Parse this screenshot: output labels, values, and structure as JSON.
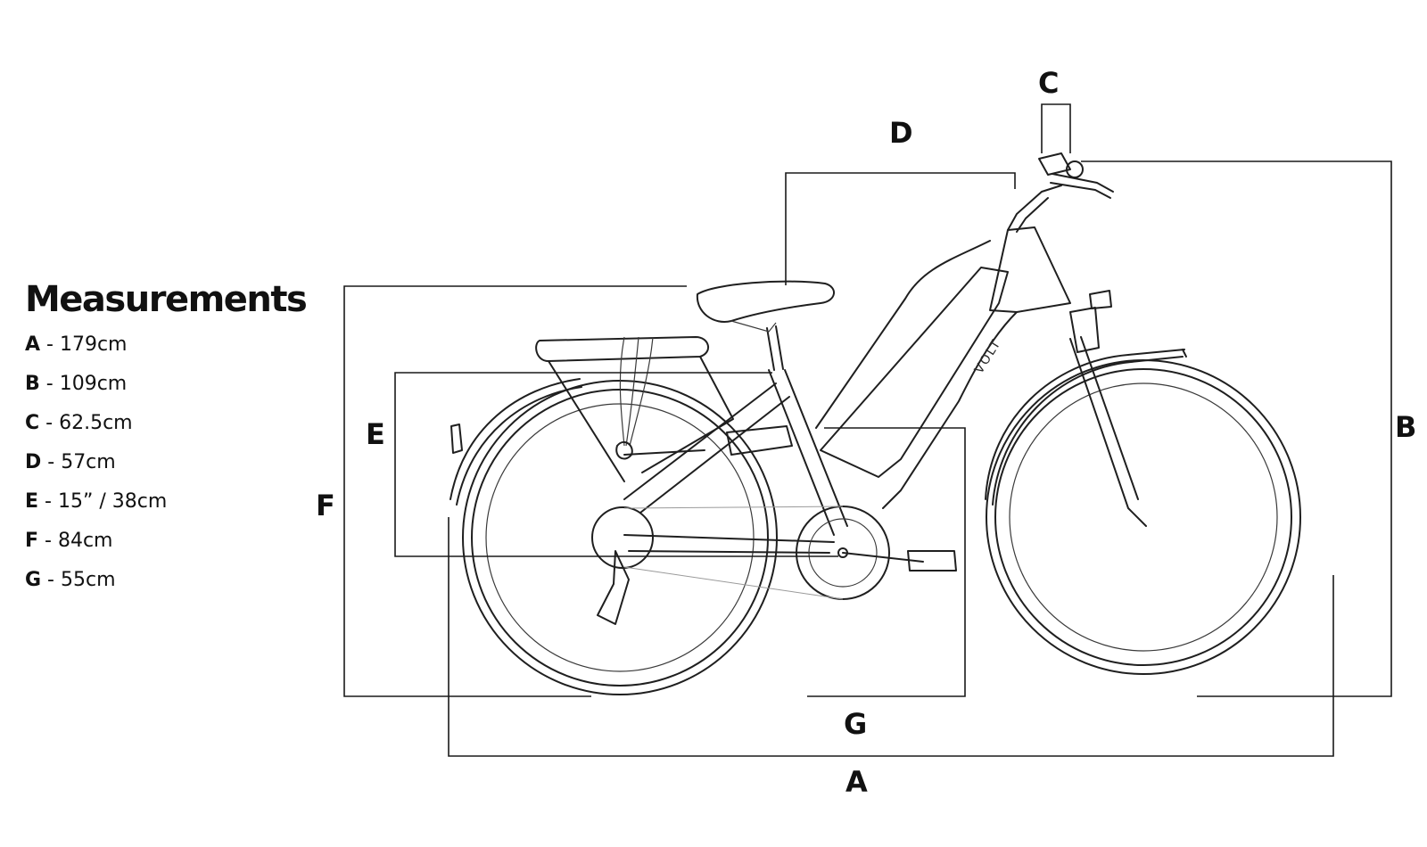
{
  "legend": {
    "title": "Measurements",
    "items": [
      {
        "key": "A",
        "text": " - 179cm"
      },
      {
        "key": "B",
        "text": " - 109cm"
      },
      {
        "key": "C",
        "text": " - 62.5cm"
      },
      {
        "key": "D",
        "text": " - 57cm"
      },
      {
        "key": "E",
        "text": " - 15” / 38cm"
      },
      {
        "key": "F",
        "text": " - 84cm"
      },
      {
        "key": "G",
        "text": " - 55cm"
      }
    ]
  },
  "labels": {
    "A": "A",
    "B": "B",
    "C": "C",
    "D": "D",
    "E": "E",
    "F": "F",
    "G": "G"
  },
  "bike": {
    "brand": "VOLT"
  }
}
